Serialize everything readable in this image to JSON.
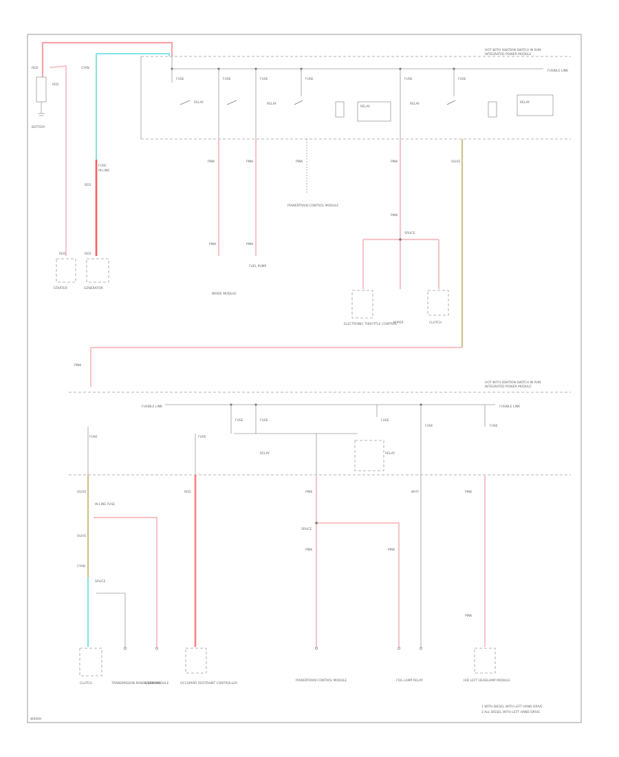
{
  "diagram": {
    "page_code": "W0009",
    "top_module": {
      "line1": "HOT WITH IGNITION SWITCH IN RUN",
      "line2": "INTEGRATED POWER MODULE"
    },
    "bottom_module": {
      "line1": "HOT WITH IGNITION SWITCH IN RUN",
      "line2": "INTEGRATED POWER MODULE"
    },
    "components": {
      "battery": "BATTERY",
      "starter": "STARTER",
      "generator": "GENERATOR",
      "brake_module": "BRAKE MODULE",
      "fuel_pump": "FUEL PUMP",
      "powertrain_module": "POWERTRAIN CONTROL MODULE",
      "electronic_throttle": "ELECTRONIC THROTTLE CONTROL",
      "wiper": "WIPER",
      "clutch_top": "CLUTCH",
      "clutch_bottom": "CLUTCH",
      "transmission_range": "TRANSMISSION RANGE SENSOR",
      "radio_module": "RADIO MODULE",
      "occupant_module": "OCCUPANT RESTRAINT CONTROLLER",
      "powertrain_bottom": "POWERTRAIN CONTROL MODULE",
      "fog_lamp": "FOG LAMP RELAY",
      "hid_module": "HID LEFT HEADLAMP MODULE"
    },
    "wire_colors": {
      "red": "#f5a3a8",
      "pink": "#f7c4c8",
      "cyan": "#7fe3e8",
      "olive": "#c9c38a",
      "bright_red": "#ff5a5a"
    },
    "notes": {
      "note1": "1 WITH DIESEL WITH LEFT HAND DRIVE",
      "note2": "2 ALL DIESEL WITH LEFT HAND DRIVE"
    }
  }
}
